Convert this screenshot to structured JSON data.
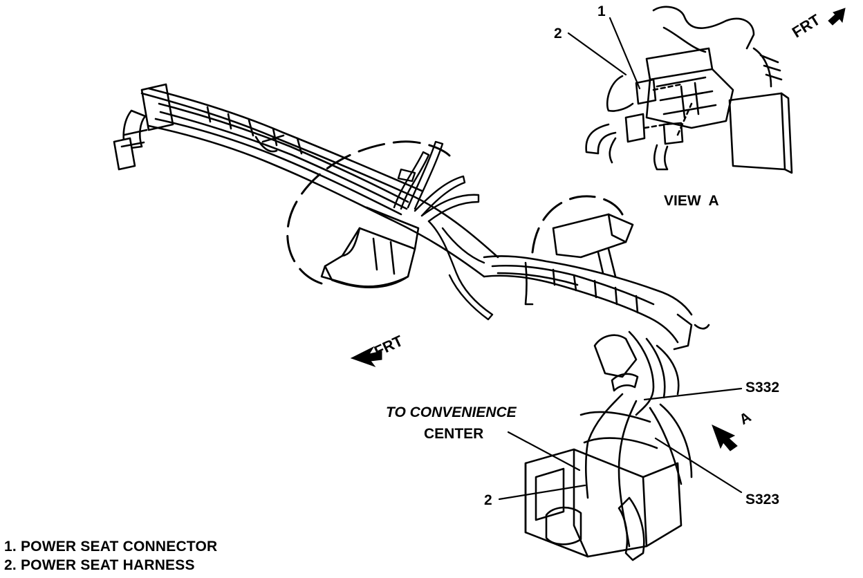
{
  "labels": {
    "callout_1_view": "1",
    "callout_2_view": "2",
    "view_a": "VIEW  A",
    "frt_top": "FRT",
    "frt_main": "FRT",
    "to_convenience": "TO CONVENIENCE",
    "center": "CENTER",
    "callout_2_main": "2",
    "s332": "S332",
    "s323": "S323",
    "arrow_a": "A"
  },
  "legend": {
    "items": [
      "1. POWER SEAT CONNECTOR",
      "2. POWER SEAT HARNESS"
    ]
  }
}
